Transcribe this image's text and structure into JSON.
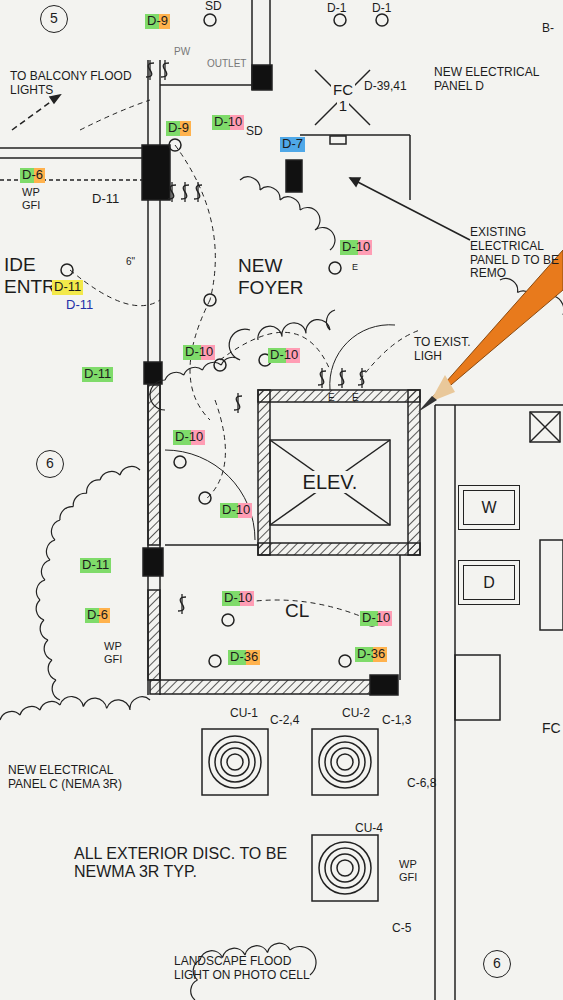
{
  "diagram": {
    "nodes": [
      {
        "text": [
          "5"
        ]
      },
      {
        "text": [
          "FC",
          "1"
        ]
      },
      {
        "text": [
          "6"
        ]
      },
      {
        "text": [
          "ELEV."
        ]
      },
      {
        "text": [
          "W"
        ]
      },
      {
        "text": [
          "D"
        ]
      },
      {
        "text": [
          "6"
        ]
      }
    ],
    "edges": [],
    "labels": [
      "D-9",
      "SD",
      "D-1",
      "D-1",
      "B-",
      "PW",
      "OUTLET",
      "TO BALCONY FLOOD LIGHTS",
      "D-9",
      "D-10",
      "SD",
      "D-7",
      "D-39,41",
      "NEW ELECTRICAL PANEL D",
      "D-6",
      "WP GFI",
      "D-11",
      "EXISTING ELECTRICAL PANEL D TO BE REMO",
      "D-10",
      "E",
      "NEW FOYER",
      "IDE ENTR",
      "D-11",
      "6\"",
      "D-10",
      "D-10",
      "E",
      "E",
      "TO EXIST. LIGH",
      "D-11",
      "D-10",
      "D-10",
      "D-11",
      "D-6",
      "WP GFI",
      "D-10",
      "CL",
      "D-10",
      "D-36",
      "D-36",
      "CU-1",
      "C-2,4",
      "CU-2",
      "C-1,3",
      "C-6,8",
      "NEW ELECTRICAL PANEL C (NEMA 3R)",
      "ALL EXTERIOR DISC. TO BE NEWMA 3R TYP.",
      "CU-4",
      "WP GFI",
      "C-5",
      "LANDSCAPE FLOOD LIGHT ON PHOTO CELL",
      "D-11",
      "FC"
    ]
  }
}
